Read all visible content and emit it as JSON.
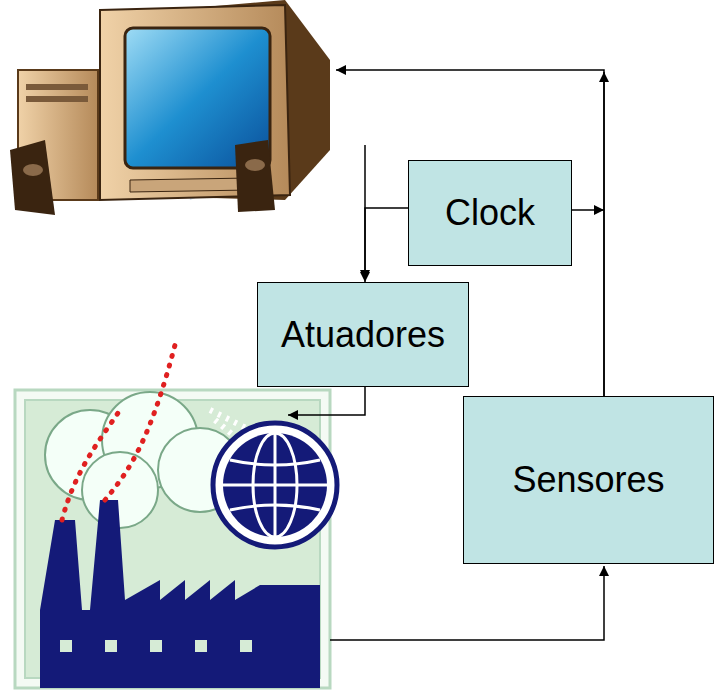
{
  "diagram": {
    "nodes": [
      {
        "text": [
          "Clock"
        ]
      },
      {
        "text": [
          "Atuadores"
        ]
      },
      {
        "text": [
          "Sensores"
        ]
      }
    ],
    "edges": [
      {
        "from": 0,
        "to": 1,
        "arrow": "to"
      },
      {
        "from": 0,
        "to": 2,
        "arrow": "to"
      }
    ]
  }
}
